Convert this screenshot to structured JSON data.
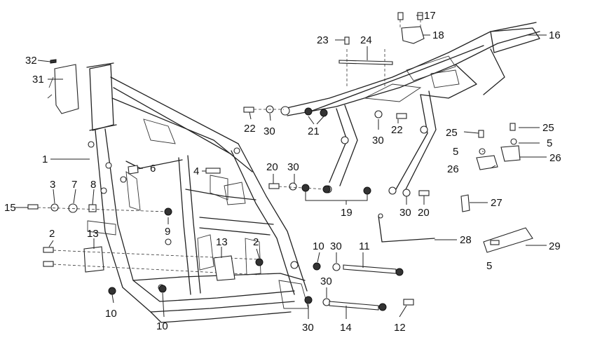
{
  "callouts": {
    "c1": "1",
    "c2a": "2",
    "c2b": "2",
    "c3": "3",
    "c4": "4",
    "c5a": "5",
    "c5b": "5",
    "c5c": "5",
    "c6": "6",
    "c7": "7",
    "c8": "8",
    "c9": "9",
    "c10a": "10",
    "c10b": "10",
    "c10c": "10",
    "c11": "11",
    "c12": "12",
    "c13a": "13",
    "c13b": "13",
    "c14": "14",
    "c15": "15",
    "c16": "16",
    "c17": "17",
    "c18": "18",
    "c19": "19",
    "c20a": "20",
    "c20b": "20",
    "c21": "21",
    "c22a": "22",
    "c22b": "22",
    "c23": "23",
    "c24": "24",
    "c25a": "25",
    "c25b": "25",
    "c26a": "26",
    "c26b": "26",
    "c27": "27",
    "c28": "28",
    "c29": "29",
    "c30a": "30",
    "c30b": "30",
    "c30c": "30",
    "c30d": "30",
    "c30e": "30",
    "c30f": "30",
    "c30g": "30",
    "c31": "31",
    "c32": "32"
  }
}
